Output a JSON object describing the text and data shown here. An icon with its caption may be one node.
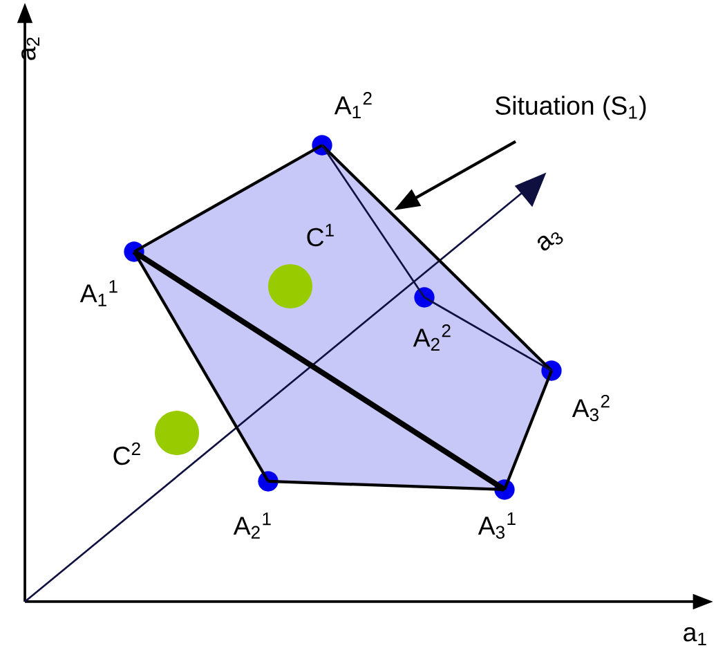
{
  "diagram": {
    "nodes": [
      {
        "text": [],
        "shape": "circle",
        "beside": [
          "A$_{1}$$^{1}$"
        ]
      },
      {
        "text": [],
        "shape": "circle",
        "beside": [
          "A$_{1}$$^{2}$"
        ]
      },
      {
        "text": [],
        "shape": "circle",
        "beside": [
          "A$_{2}$$^{2}$"
        ]
      },
      {
        "text": [],
        "shape": "circle",
        "beside": [
          "A$_{3}$$^{2}$"
        ]
      },
      {
        "text": [],
        "shape": "circle",
        "beside": [
          "A$_{3}$$^{1}$"
        ]
      },
      {
        "text": [],
        "shape": "circle",
        "beside": [
          "A$_{2}$$^{1}$"
        ]
      },
      {
        "text": [],
        "shape": "circle",
        "beside": [
          "C$^{1}$"
        ]
      },
      {
        "text": [],
        "shape": "circle",
        "beside": [
          "C$^{2}$"
        ]
      },
      {
        "text": [
          "Situation (S$_{1}$)"
        ]
      }
    ],
    "edges": [
      {
        "from": 0,
        "to": 1,
        "arrow": "none"
      },
      {
        "from": 1,
        "to": 3,
        "arrow": "none"
      },
      {
        "from": 1,
        "to": 2,
        "arrow": "none",
        "color": "#101040"
      },
      {
        "from": 2,
        "to": 3,
        "arrow": "none",
        "color": "#101040"
      },
      {
        "from": 3,
        "to": 4,
        "arrow": "none"
      },
      {
        "from": 4,
        "to": 5,
        "arrow": "none"
      },
      {
        "from": 5,
        "to": 0,
        "arrow": "none"
      },
      {
        "from": 0,
        "to": 4,
        "arrow": "none",
        "style": "thick"
      },
      {
        "from": 8,
        "to": null,
        "arrow": "to"
      }
    ],
    "labels": [
      "a$_{2}$",
      "a$_{3}$",
      "a$_{1}$"
    ]
  }
}
